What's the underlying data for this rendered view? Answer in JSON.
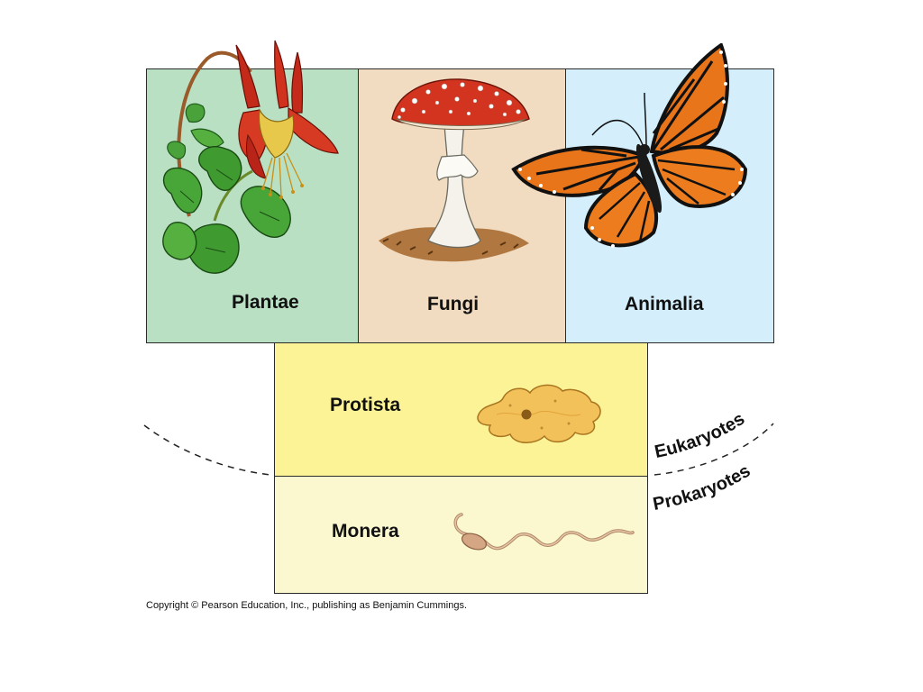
{
  "kingdoms": {
    "plantae": {
      "label": "Plantae",
      "color": "#b9e0c3"
    },
    "fungi": {
      "label": "Fungi",
      "color": "#f1dbc1"
    },
    "animalia": {
      "label": "Animalia",
      "color": "#d4effb"
    },
    "protista": {
      "label": "Protista",
      "color": "#fbf396"
    },
    "monera": {
      "label": "Monera",
      "color": "#fbf7cf"
    }
  },
  "divisions": {
    "eukaryotes": "Eukaryotes",
    "prokaryotes": "Prokaryotes"
  },
  "illustrations": {
    "plantae": "columbine-flower",
    "fungi": "amanita-mushroom",
    "animalia": "monarch-butterfly",
    "protista": "amoeba",
    "monera": "spirochete-bacterium"
  },
  "footer": {
    "copyright": "Copyright © Pearson Education, Inc., publishing as Benjamin Cummings."
  }
}
